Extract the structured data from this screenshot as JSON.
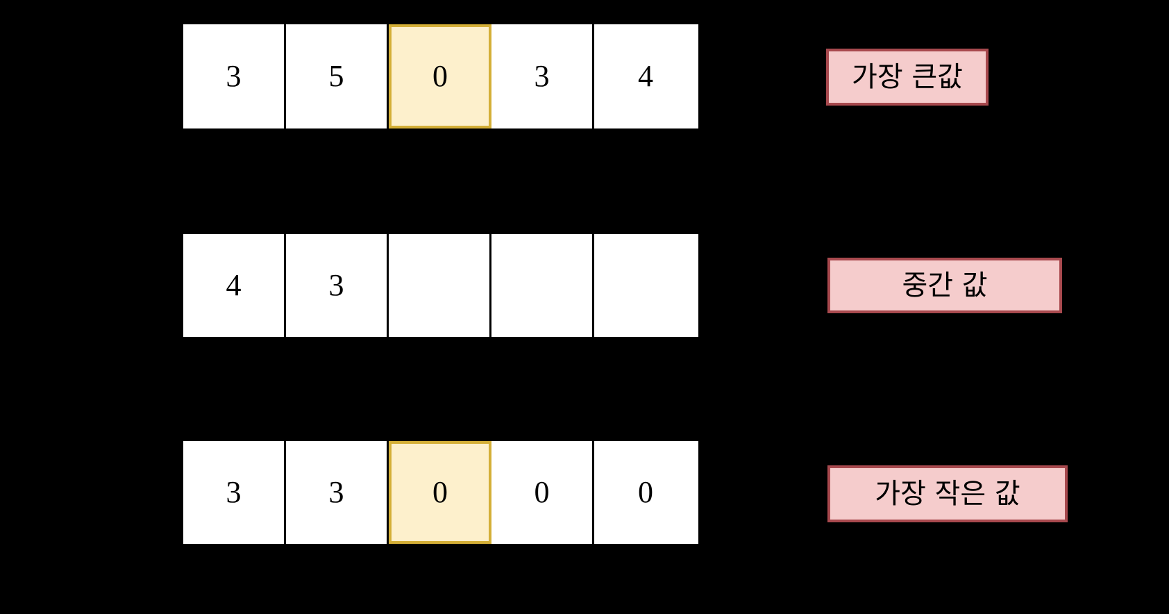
{
  "background_color": "#000000",
  "palette": {
    "cell_fill": "#ffffff",
    "cell_border": "#000000",
    "highlight_fill": "#fdf0cc",
    "highlight_border": "#d4af37",
    "tag_fill": "#f5cccc",
    "tag_border": "#a8494e",
    "text_color": "#000000"
  },
  "rows": [
    {
      "id": "row-1",
      "cells": [
        {
          "value": "3",
          "highlighted": false
        },
        {
          "value": "5",
          "highlighted": false
        },
        {
          "value": "0",
          "highlighted": true
        },
        {
          "value": "3",
          "highlighted": false
        },
        {
          "value": "4",
          "highlighted": false
        }
      ],
      "tag": "가장 큰값"
    },
    {
      "id": "row-2",
      "cells": [
        {
          "value": "4",
          "highlighted": false
        },
        {
          "value": "3",
          "highlighted": false
        },
        {
          "value": "",
          "highlighted": false
        },
        {
          "value": "",
          "highlighted": false
        },
        {
          "value": "",
          "highlighted": false
        }
      ],
      "tag": "중간 값"
    },
    {
      "id": "row-3",
      "cells": [
        {
          "value": "3",
          "highlighted": false
        },
        {
          "value": "3",
          "highlighted": false
        },
        {
          "value": "0",
          "highlighted": true
        },
        {
          "value": "0",
          "highlighted": false
        },
        {
          "value": "0",
          "highlighted": false
        }
      ],
      "tag": "가장 작은 값"
    }
  ]
}
